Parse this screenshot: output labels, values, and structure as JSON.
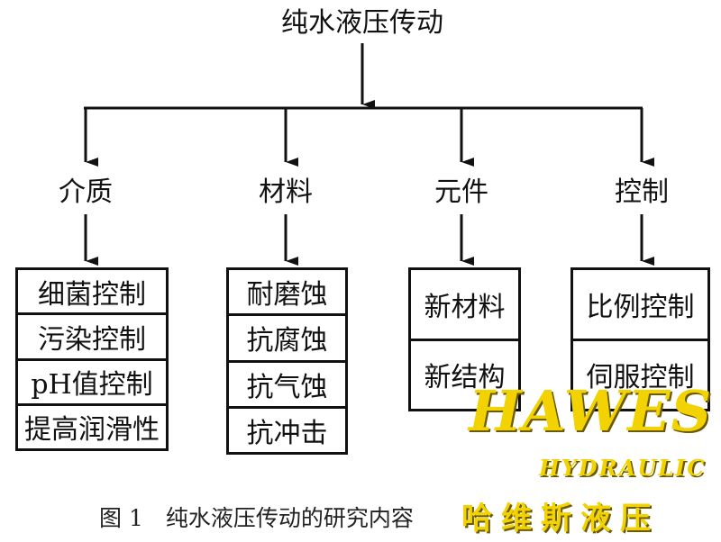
{
  "diagram": {
    "root": "纯水液压传动",
    "categories": [
      {
        "label": "介质",
        "items": [
          "细菌控制",
          "污染控制",
          "pH值控制",
          "提高润滑性"
        ]
      },
      {
        "label": "材料",
        "items": [
          "耐磨蚀",
          "抗腐蚀",
          "抗气蚀",
          "抗冲击"
        ]
      },
      {
        "label": "元件",
        "items": [
          "新材料",
          "新结构"
        ]
      },
      {
        "label": "控制",
        "items": [
          "比例控制",
          "伺服控制"
        ]
      }
    ],
    "caption": "图 1　纯水液压传动的研究内容"
  },
  "watermark": {
    "brand": "HAWES",
    "sub": "HYDRAULIC",
    "chinese": "哈维斯液压",
    "color": "#f2d200"
  }
}
